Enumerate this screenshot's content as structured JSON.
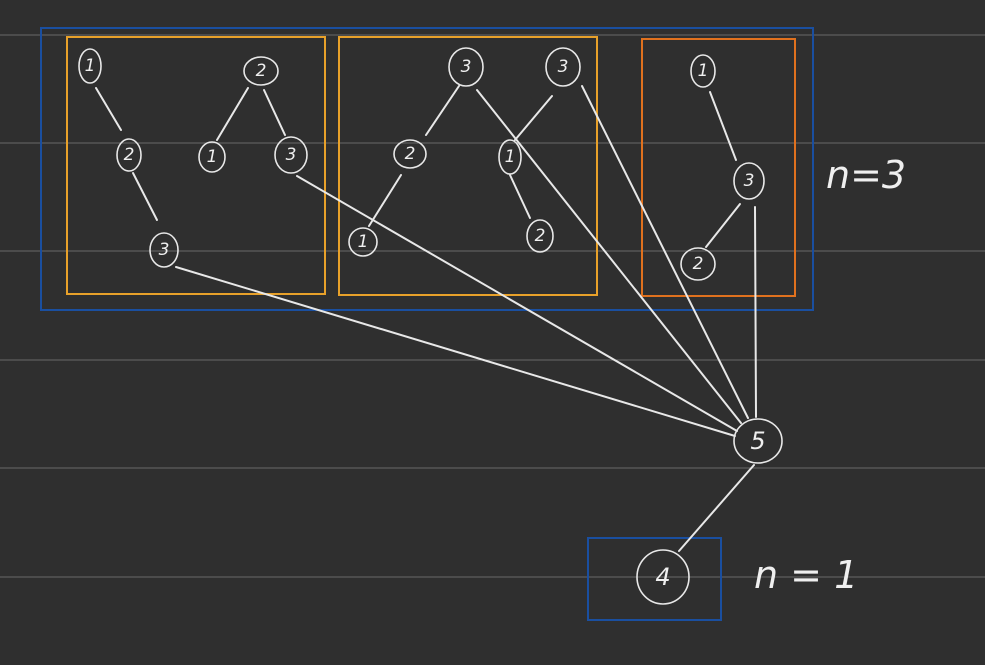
{
  "colors": {
    "background": "#2f2f2f",
    "ruled_line": "#6a6a6a",
    "ink": "#e8e8e8",
    "outer_box_blue": "#1a4fa0",
    "tree_box_yellow": "#e8a12a",
    "tree_box_orange": "#e0711e"
  },
  "group_n3": {
    "label": "n=3",
    "box_color": "outer_box_blue",
    "groups": [
      {
        "box_color": "tree_box_yellow",
        "trees": [
          {
            "nodes": [
              "1",
              "2",
              "3"
            ],
            "edges": [
              [
                "1",
                "2"
              ],
              [
                "2",
                "3"
              ]
            ]
          },
          {
            "nodes": [
              "2",
              "1",
              "3"
            ],
            "edges": [
              [
                "2",
                "1"
              ],
              [
                "2",
                "3"
              ]
            ]
          }
        ]
      },
      {
        "box_color": "tree_box_yellow",
        "trees": [
          {
            "nodes": [
              "3",
              "2",
              "1"
            ],
            "edges": [
              [
                "3",
                "2"
              ],
              [
                "2",
                "1"
              ]
            ]
          },
          {
            "nodes": [
              "3",
              "1",
              "2"
            ],
            "edges": [
              [
                "3",
                "1"
              ],
              [
                "1",
                "2"
              ]
            ]
          }
        ]
      },
      {
        "box_color": "tree_box_orange",
        "trees": [
          {
            "nodes": [
              "1",
              "3",
              "2"
            ],
            "edges": [
              [
                "1",
                "3"
              ],
              [
                "3",
                "2"
              ]
            ]
          }
        ]
      }
    ]
  },
  "center_node": {
    "label": "5"
  },
  "group_n1": {
    "label": "n = 1",
    "box_color": "outer_box_blue",
    "nodes": [
      "4"
    ]
  }
}
